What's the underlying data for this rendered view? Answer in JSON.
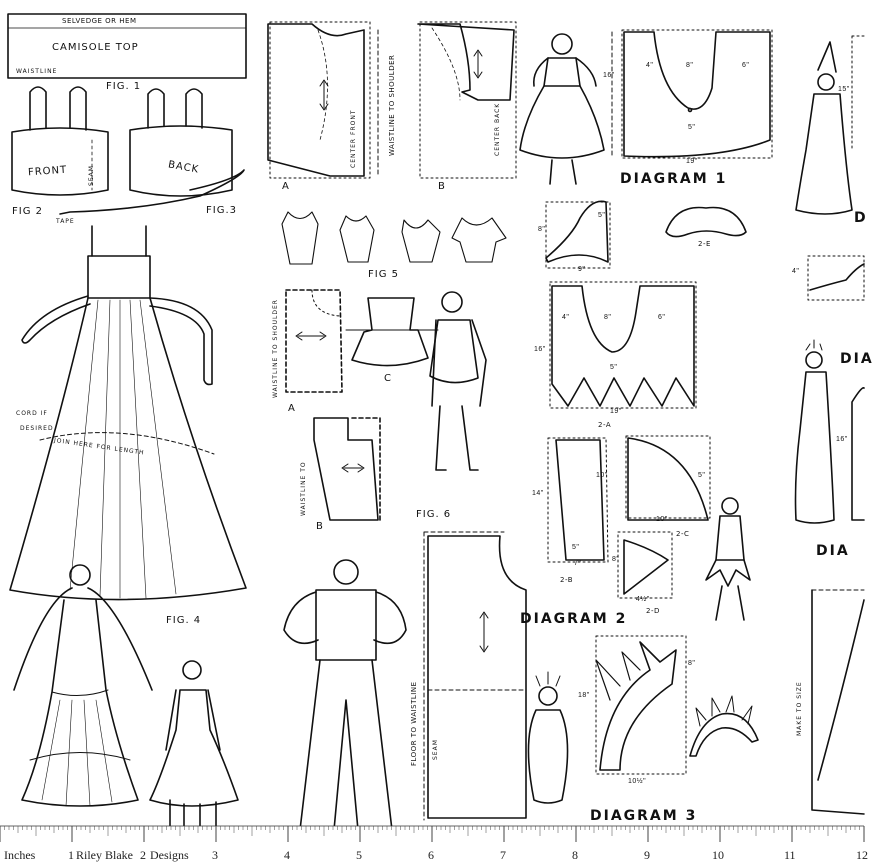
{
  "labels": {
    "selvedge": "SELVEDGE OR HEM",
    "camisole": "CAMISOLE TOP",
    "waistline": "WAISTLINE",
    "fig1": "FIG. 1",
    "front": "FRONT",
    "back": "BACK",
    "seam": "SEAM",
    "fig2": "FIG 2",
    "fig3": "FIG.3",
    "tape": "TAPE",
    "cord": "CORD IF",
    "desired": "DESIRED",
    "join": "JOIN HERE FOR LENGTH",
    "fig4": "FIG. 4",
    "center_front": "CENTER FRONT",
    "waist_to_shoulder": "WAISTLINE TO SHOULDER",
    "center_back": "CENTER BACK",
    "a1": "A",
    "b1": "B",
    "fig5": "FIG 5",
    "waist_to_shoulder2": "WAISTLINE TO SHOULDER",
    "a2": "A",
    "c": "C",
    "waistline_to": "WAISTLINE TO",
    "b2": "B",
    "fig6": "FIG. 6",
    "floor_to_waist": "FLOOR TO WAISTLINE",
    "seam2": "SEAM",
    "diagram1": "DIAGRAM 1",
    "diagram2": "DIAGRAM 2",
    "diagram3": "DIAGRAM 3",
    "d2a": "2-a",
    "d2b": "2-b",
    "d2c": "2-c",
    "d2d": "2-d",
    "d2e": "2-e",
    "make_to_size": "MAKE TO SIZE",
    "edge_d1": "D",
    "edge_dia": "DIA",
    "edge_dia2": "DIA"
  },
  "measures": {
    "m16a": "16\"",
    "m4a": "4\"",
    "m8a": "8\"",
    "m6a": "6\"",
    "m5a": "5\"",
    "m19a": "19\"",
    "m15": "15\"",
    "m8b": "8\"",
    "m5b": "5\"",
    "m9": "9\"",
    "m4b": "4\"",
    "m16b": "16\"",
    "m4c": "4\"",
    "m8c": "8\"",
    "m6c": "6\"",
    "m5c": "5\"",
    "m19b": "19\"",
    "m14": "14\"",
    "m10a": "10\"",
    "m5d": "5\"",
    "m7": "7\"",
    "m10b": "10\"",
    "m5e": "5\"",
    "m8d": "8\"",
    "m4half": "4½\"",
    "m16c": "16\"",
    "m18": "18\"",
    "m8e": "8\"",
    "m10half": "10½\""
  },
  "ruler": {
    "inches": "Inches",
    "brand1": "Riley Blake",
    "brand2": "Designs",
    "numbers": [
      "1",
      "2",
      "3",
      "4",
      "5",
      "6",
      "7",
      "8",
      "9",
      "10",
      "11",
      "12"
    ]
  },
  "colors": {
    "ink": "#111111",
    "paper": "#ffffff"
  }
}
